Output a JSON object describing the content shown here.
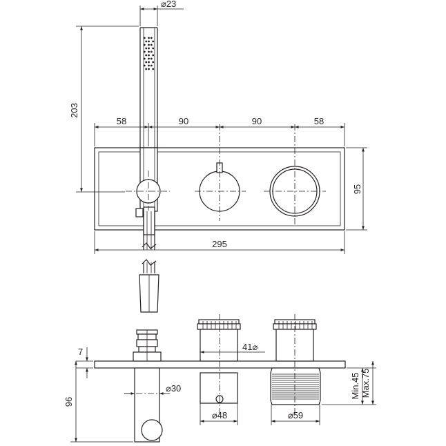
{
  "labels": {
    "hand_shower_diameter": "⌀23",
    "hand_shower_height": "203",
    "spacing_left": "58",
    "spacing_mid1": "90",
    "spacing_mid2": "90",
    "spacing_right": "58",
    "plate_height": "95",
    "plate_width": "295",
    "cartridge_diameter": "41⌀",
    "plate_thickness": "7",
    "outlet_diameter": "⌀30",
    "outlet_depth": "96",
    "knob1_diameter": "⌀48",
    "knob2_diameter": "⌀59",
    "depth_min": "Min.45",
    "depth_max": "Max.75"
  }
}
